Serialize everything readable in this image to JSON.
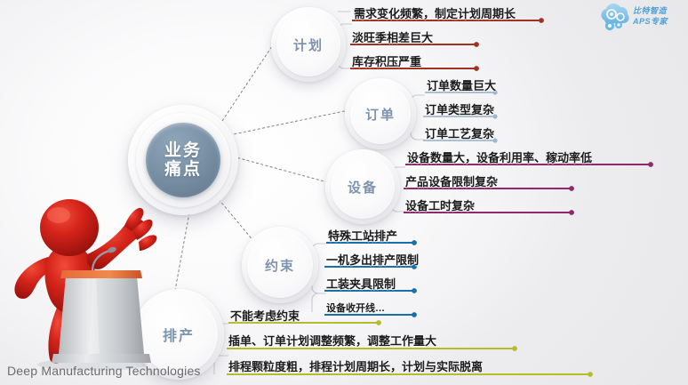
{
  "slide": {
    "title": "业务痛点",
    "title_lines": [
      "业务",
      "痛点"
    ],
    "footer": "Deep Manufacturing Technologies"
  },
  "logo": {
    "name": "aps-logo",
    "line1": "比特智造",
    "line2": "APS专家",
    "icon": "cloud-gear-icon",
    "color": "#4f9fd6"
  },
  "branches": [
    {
      "id": "plan",
      "node_label": "计划",
      "color": "#9e3322",
      "items": [
        "需求变化频繁，制定计划周期长",
        "淡旺季相差巨大",
        "库存积压严重"
      ]
    },
    {
      "id": "order",
      "node_label": "订单",
      "color": "#9fb7cc",
      "items": [
        "订单数量巨大",
        "订单类型复杂",
        "订单工艺复杂"
      ]
    },
    {
      "id": "equipment",
      "node_label": "设备",
      "color": "#8e2a6b",
      "items": [
        "设备数量大，设备利用率、稼动率低",
        "产品设备限制复杂",
        "设备工时复杂"
      ]
    },
    {
      "id": "constraint",
      "node_label": "约束",
      "color": "#1b6fa8",
      "items": [
        "特殊工站排产",
        "一机多出排产限制",
        "工装夹具限制",
        "设备收开线…"
      ]
    },
    {
      "id": "scheduling",
      "node_label": "排产",
      "color": "#b5bd2a",
      "items": [
        "不能考虑约束",
        "插单、订单计划调整频繁，调整工作量大",
        "排程颗粒度粗，排程计划周期长，计划与实际脱离"
      ]
    }
  ]
}
